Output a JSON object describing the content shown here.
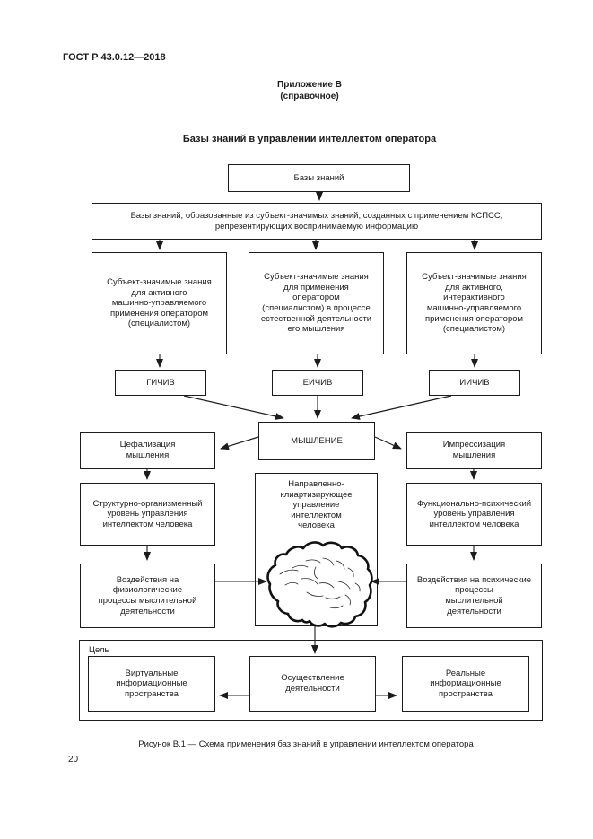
{
  "header": {
    "doc_number": "ГОСТ Р 43.0.12—2018",
    "annex": "Приложение В",
    "annex_type": "(справочное)",
    "title": "Базы знаний в управлении интеллектом оператора"
  },
  "diagram": {
    "nodes": {
      "knowledge_bases": "Базы знаний",
      "kb_formed": "Базы знаний, образованные из субъект-значимых знаний, созданных с применением КСПСС,\nрепрезентирующих воспринимаемую информацию",
      "active_machine_knowledge": "Субъект-значимые знания\nдля активного\nмашинно-управляемого\nприменения оператором\n(специалистом)",
      "natural_activity_knowledge": "Субъект-значимые знания\nдля применения\nоператором\n(специалистом) в процессе\nестественной деятельности\nего мышления",
      "interactive_machine_knowledge": "Субъект-значимые знания\nдля активного,\nинтерактивного\nмашинно-управляемого\nприменения оператором\n(специалистом)",
      "gichiv": "ГИЧИВ",
      "eichiv": "ЕИЧИВ",
      "iichiv": "ИИЧИВ",
      "thinking": "МЫШЛЕНИЕ",
      "cephalization": "Цефализация\nмышления",
      "impressization": "Импрессизация\nмышления",
      "structural_level": "Структурно-организменный\nуровень управления\nинтеллектом человека",
      "directed_control": "Направленно-\nклиартизирующее\nуправление\nинтеллектом\nчеловека",
      "functional_level": "Функционально-психический\nуровень управления\nинтеллектом человека",
      "physiological_impacts": "Воздействия на\nфизиологические\nпроцессы мыслительной\nдеятельности",
      "psychic_impacts": "Воздействия на психические\nпроцессы\nмыслительной\nдеятельности",
      "goal": "Цель",
      "virtual_spaces": "Виртуальные\nинформационные\nпространства",
      "activity": "Осуществление\nдеятельности",
      "real_spaces": "Реальные\nинформационные\nпространства"
    }
  },
  "caption": "Рисунок В.1 — Схема применения баз знаний в управлении интеллектом оператора",
  "page_number": "20"
}
